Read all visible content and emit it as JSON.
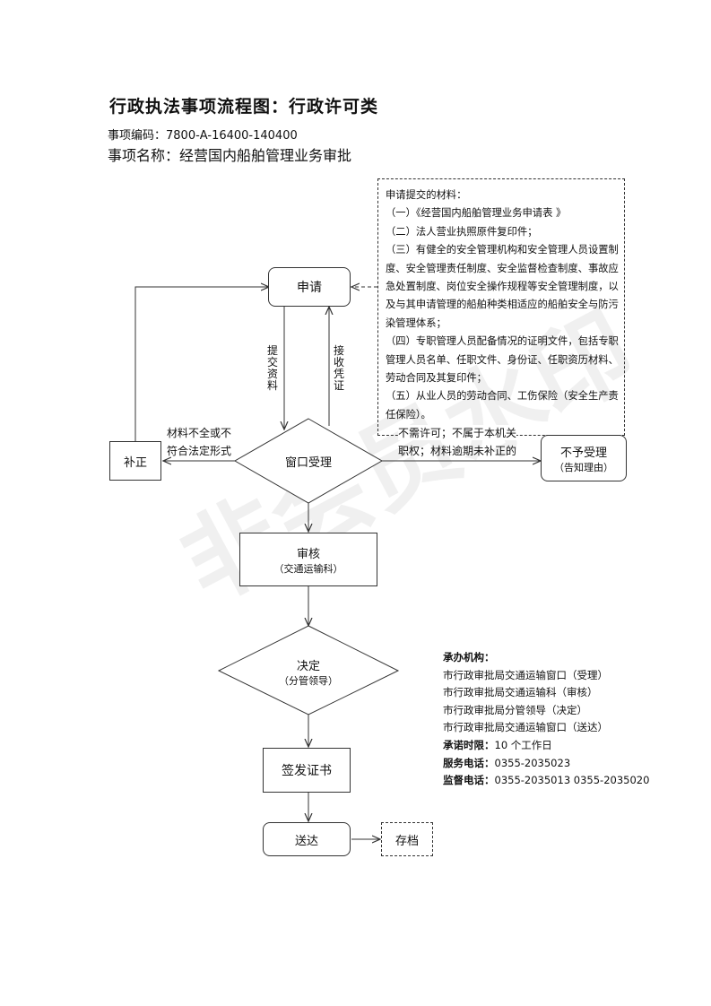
{
  "title": "行政执法事项流程图：行政许可类",
  "item_code": "事项编码：7800-A-16400-140400",
  "item_name": "事项名称：经营国内船舶管理业务审批",
  "materials": {
    "heading": "申请提交的材料：",
    "lines": [
      "（一）《经营国内船舶管理业务申请表 》",
      "（二）法人营业执照原件复印件；",
      "（三）有健全的安全管理机构和安全管理人员设置制度、安全管理责任制度、安全监督检查制度、事故应急处置制度、岗位安全操作规程等安全管理制度，以及与其申请管理的船舶种类相适应的船舶安全与防污染管理体系；",
      "（四）专职管理人员配备情况的证明文件，包括专职管理人员名单、任职文件、身份证、任职资历材料、劳动合同及其复印件；",
      "（五）从业人员的劳动合同、工伤保险（安全生产责任保险）。"
    ]
  },
  "nodes": {
    "apply": "申请",
    "supplement": "补正",
    "window": "窗口受理",
    "reject_main": "不予受理",
    "reject_sub": "（告知理由）",
    "review_main": "审核",
    "review_sub": "（交通运输科）",
    "decide_main": "决定",
    "decide_sub": "（分管领导）",
    "issue": "签发证书",
    "deliver": "送达",
    "archive": "存档"
  },
  "labels": {
    "submit": "提交资料",
    "receive": "接收凭证",
    "incomplete_1": "材料不全或不",
    "incomplete_2": "符合法定形式",
    "reject_1": "不需许可；不属于本机关",
    "reject_2": "职权；材料逾期未补正的"
  },
  "org": {
    "heading": "承办机构：",
    "lines": [
      "市行政审批局交通运输窗口（受理）",
      "市行政审批局交通运输科（审核）",
      "市行政审批局分管领导（决定）",
      "市行政审批局交通运输窗口（送达）"
    ],
    "time_label": "承诺时限：",
    "time_value": "10 个工作日",
    "service_label": "服务电话：",
    "service_value": "0355-2035023",
    "supervise_label": "监督电话：",
    "supervise_value": "0355-2035013 0355-2035020"
  },
  "watermark": "非会员水印"
}
